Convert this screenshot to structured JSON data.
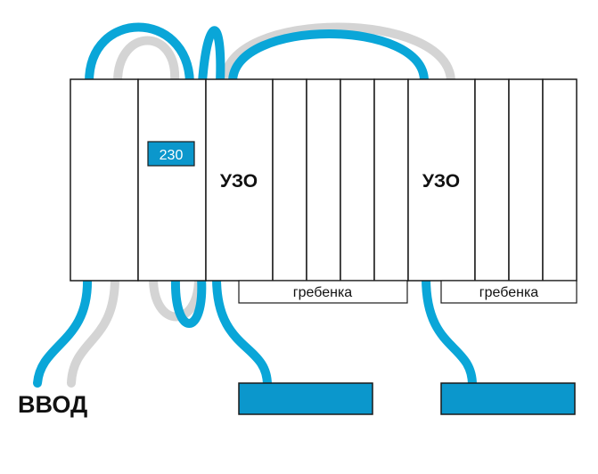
{
  "colors": {
    "wire_blue": "#0aa6d8",
    "wire_gray": "#d4d4d4",
    "outline": "#1a1a1a",
    "badge": "#0b97cc"
  },
  "labels": {
    "voltage_badge": "230",
    "rcd_left": "УЗО",
    "rcd_right": "УЗО",
    "comb_left": "гребенка",
    "comb_right": "гребенка",
    "input": "ВВОД"
  }
}
